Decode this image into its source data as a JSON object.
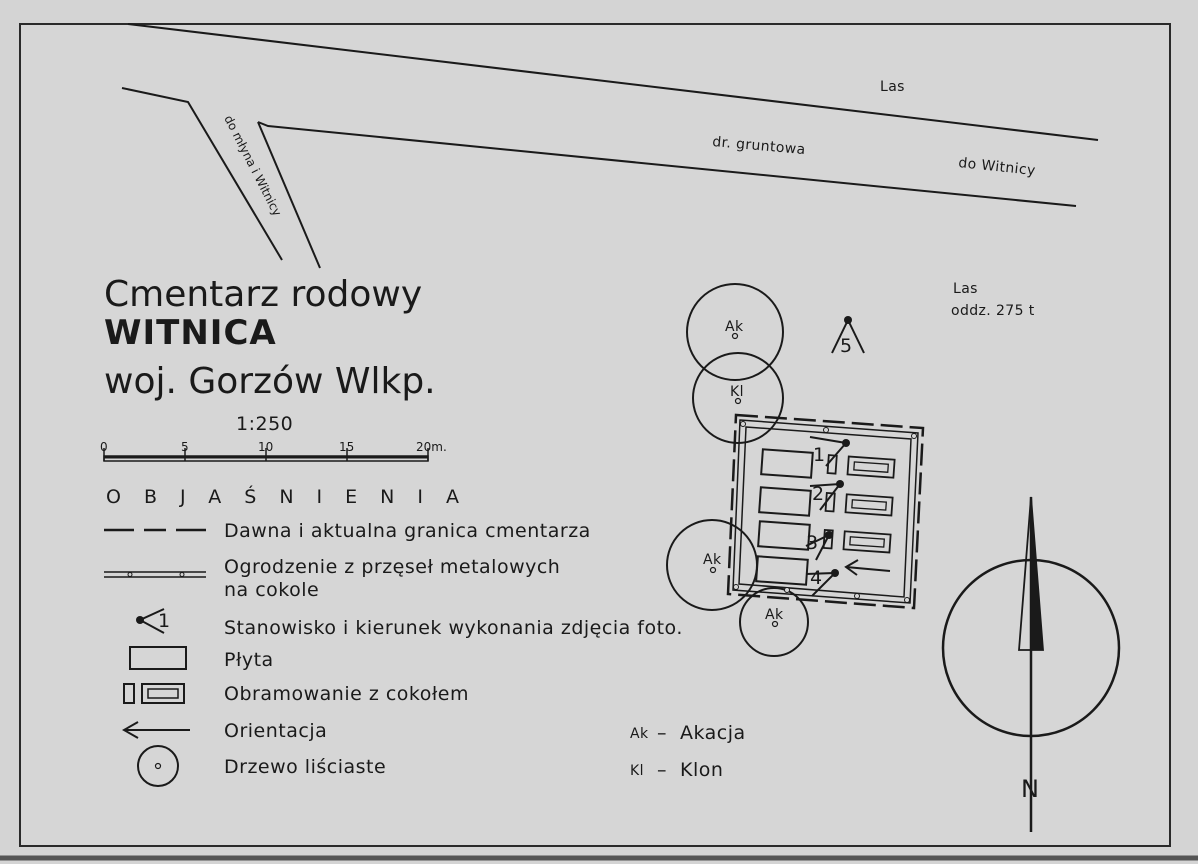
{
  "title": {
    "line1": "Cmentarz rodowy",
    "line2": "WITNICA",
    "line3": "woj. Gorzów Wlkp."
  },
  "scale": {
    "ratio": "1:250",
    "ticks": [
      "0",
      "5",
      "10",
      "15",
      "20m."
    ]
  },
  "map_labels": {
    "forest_top": "Las",
    "dirt_road": "dr. gruntowa",
    "to_witnica": "do Witnicy",
    "to_mill": "do młyna i Witnicy",
    "forest_right": "Las",
    "forest_section": "oddz. 275 t",
    "station_5": "5",
    "stations": [
      "1",
      "2",
      "3",
      "4"
    ],
    "trees": [
      "Ak",
      "Kl",
      "Ak",
      "Ak"
    ],
    "north": "N"
  },
  "legend": {
    "heading": "OBJAŚNIENIA",
    "items": [
      {
        "label": "Dawna i aktualna granica cmentarza"
      },
      {
        "label": "Ogrodzenie z przęseł metalowych na cokole",
        "line1": "Ogrodzenie z przęseł metalowych",
        "line2": "na cokole"
      },
      {
        "label": "Stanowisko i kierunek wykonania zdjęcia foto.",
        "symbol_number": "1"
      },
      {
        "label": "Płyta"
      },
      {
        "label": "Obramowanie z cokołem"
      },
      {
        "label": "Orientacja"
      },
      {
        "label": "Drzewo liściaste"
      }
    ],
    "abbreviations": [
      {
        "abbr": "Ak",
        "dash": "–",
        "name": "Akacja"
      },
      {
        "abbr": "Kl",
        "dash": "–",
        "name": "Klon"
      }
    ]
  },
  "colors": {
    "paper": "#d4d4d4",
    "ink": "#1a1a1a"
  }
}
